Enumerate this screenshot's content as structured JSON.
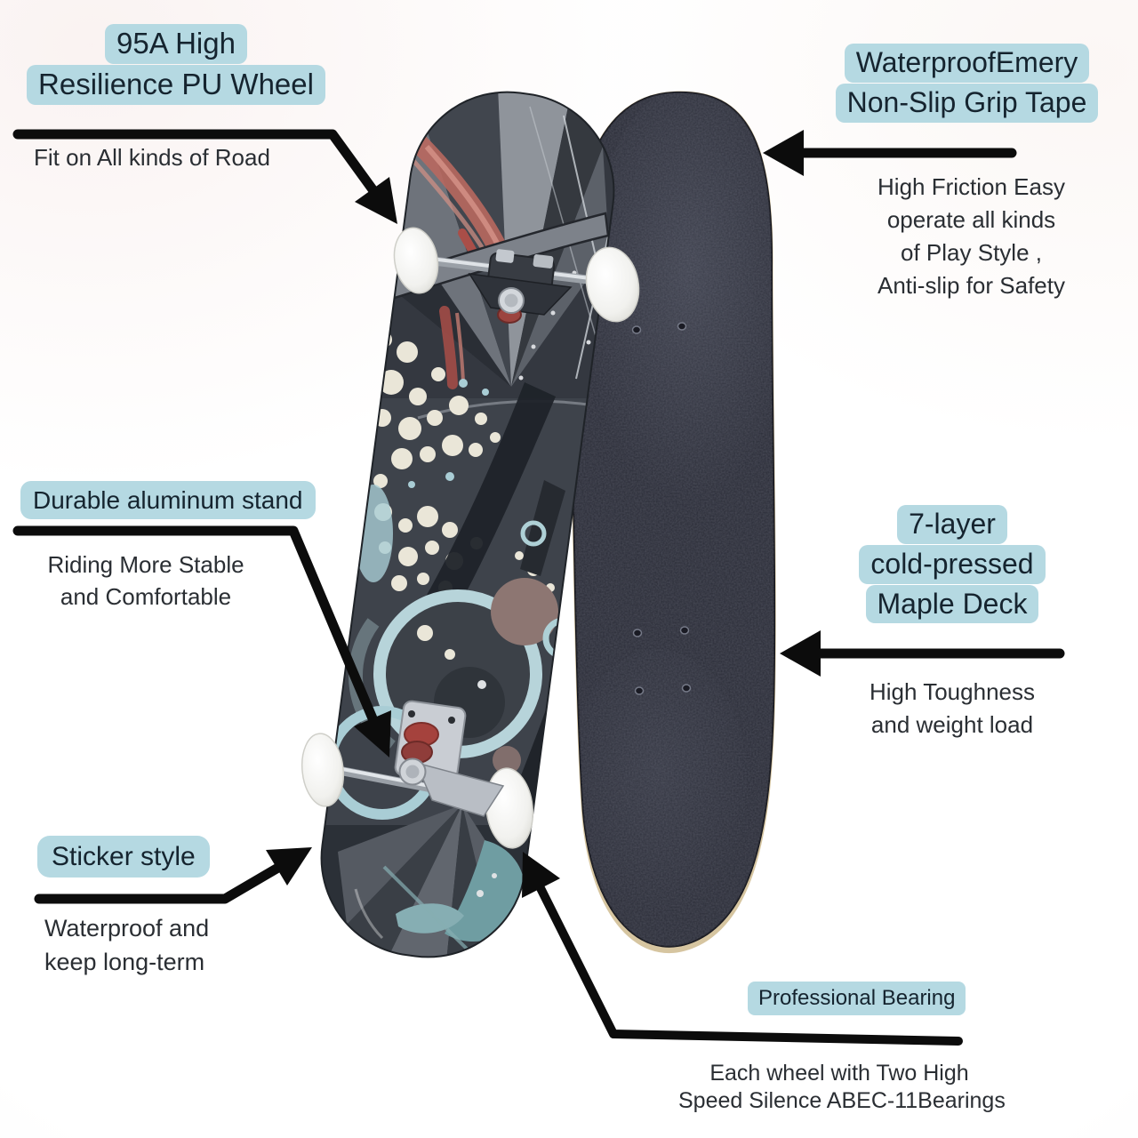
{
  "colors": {
    "highlight_pill": "#b5d9e2",
    "title_text": "#15242f",
    "description_text": "#2a2e33",
    "arrow": "#0c0c0c",
    "griptape": "#2a2c37",
    "deck_base": "#3e434b",
    "wheel": "#f3f3f0",
    "bushing_red": "#a5423d",
    "deck_art_teal": "#a9cdd5",
    "wood_edge": "#d6c5a0",
    "background": "#fbfbfa"
  },
  "callouts": {
    "pu_wheel": {
      "title": [
        "95A High",
        "Resilience PU Wheel"
      ],
      "description": [
        "Fit on All kinds of Road"
      ]
    },
    "grip_tape": {
      "title": [
        "WaterproofEmery",
        "Non-Slip Grip Tape"
      ],
      "description": [
        "High Friction Easy",
        "operate all kinds",
        "of Play Style ,",
        "Anti-slip for Safety"
      ]
    },
    "aluminum_stand": {
      "title": [
        "Durable aluminum stand"
      ],
      "description": [
        "Riding More Stable",
        "and Comfortable"
      ]
    },
    "maple_deck": {
      "title": [
        "7-layer",
        "cold-pressed",
        "Maple Deck"
      ],
      "description": [
        "High Toughness",
        "and weight load"
      ]
    },
    "sticker_style": {
      "title": [
        "Sticker style"
      ],
      "description": [
        "Waterproof and",
        "keep long-term"
      ]
    },
    "bearing": {
      "title": [
        "Professional Bearing"
      ],
      "description": [
        "Each wheel with Two High",
        "Speed Silence ABEC-11Bearings"
      ]
    }
  }
}
